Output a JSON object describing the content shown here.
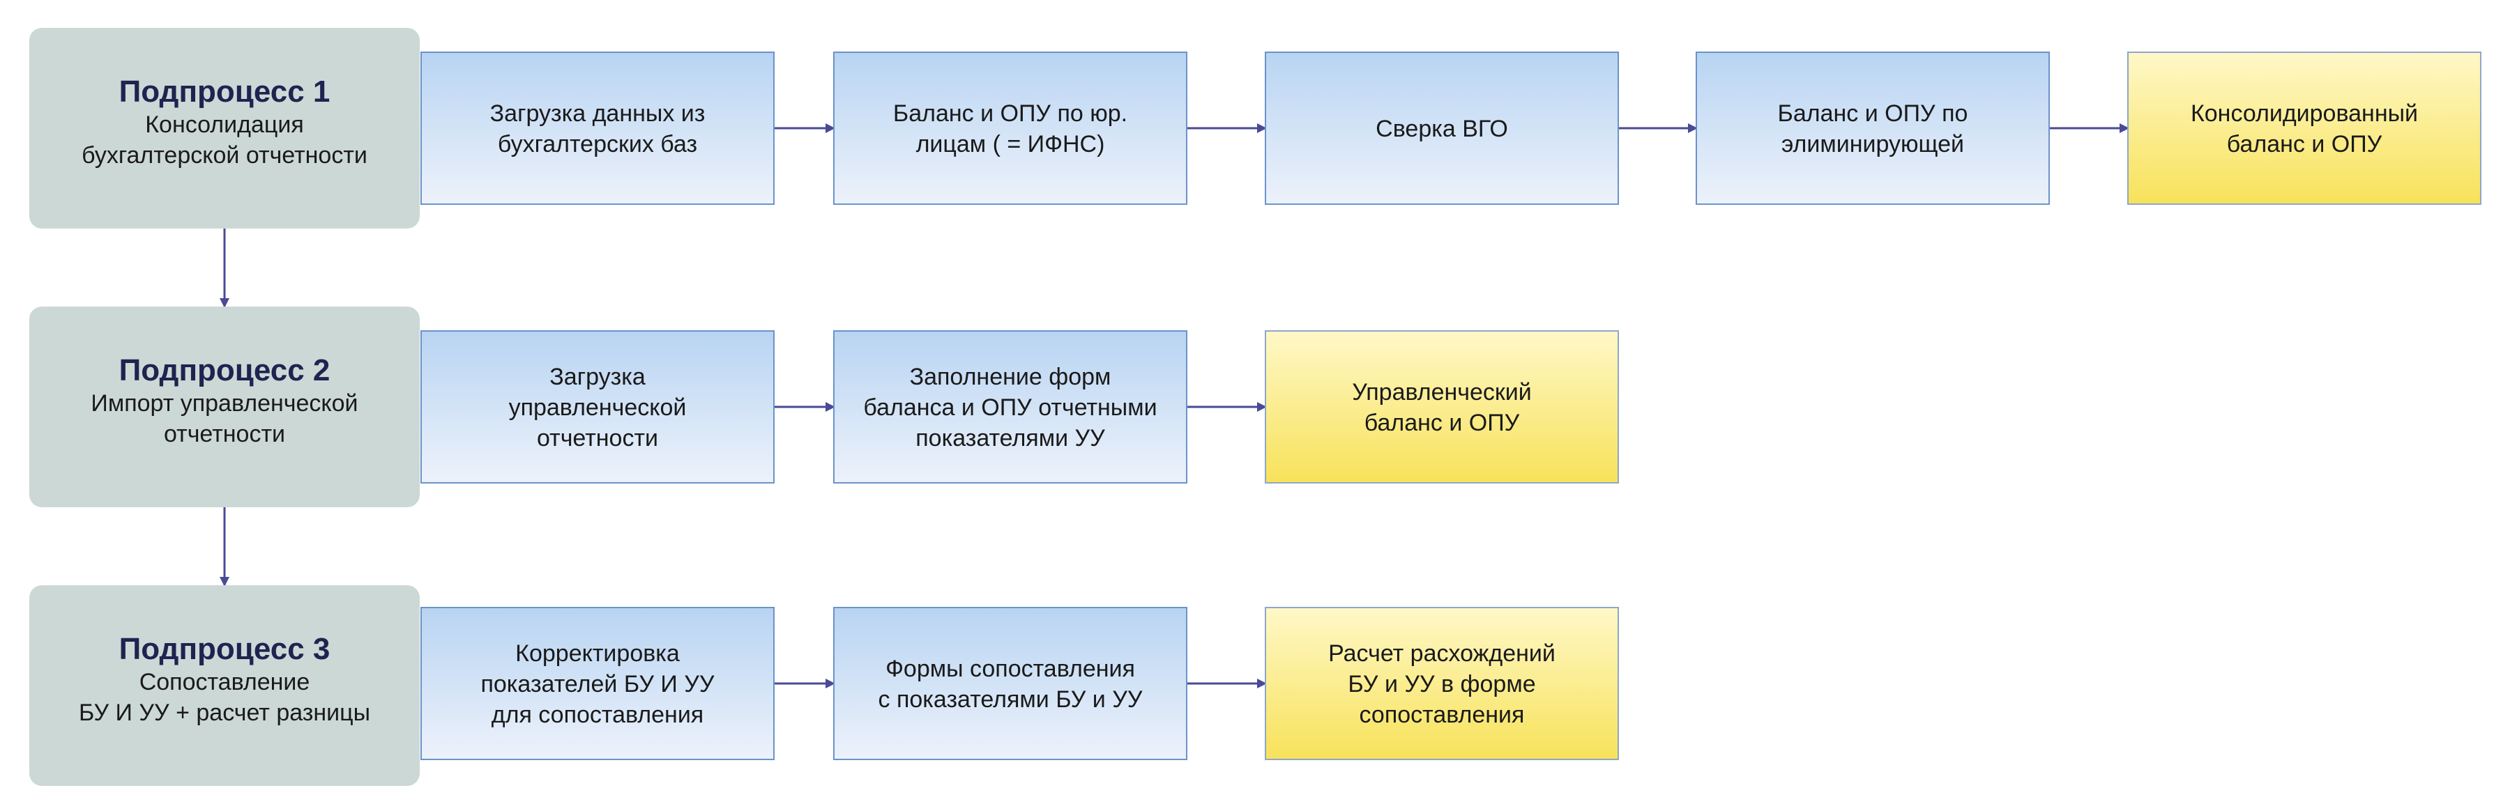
{
  "colors": {
    "subprocess_fill": "#ccd8d6",
    "subprocess_title": "#1f2350",
    "text": "#1a1a1a",
    "step_top": "#b8d4f2",
    "step_bottom": "#edf2fb",
    "step_border": "#6b93c9",
    "result_top": "#fff8c8",
    "result_bottom": "#f7e25a",
    "result_border": "#8fa6c9",
    "arrow": "#4a4a96"
  },
  "rows": [
    {
      "subprocess": {
        "title": "Подпроцесс 1",
        "lines": [
          "Консолидация",
          "бухгалтерской отчетности"
        ]
      },
      "steps": [
        {
          "kind": "step",
          "lines": [
            "Загрузка данных из",
            "бухгалтерских баз"
          ]
        },
        {
          "kind": "step",
          "lines": [
            "Баланс и ОПУ по юр.",
            "лицам ( = ИФНС)"
          ]
        },
        {
          "kind": "step",
          "lines": [
            "Сверка ВГО"
          ]
        },
        {
          "kind": "step",
          "lines": [
            "Баланс и ОПУ по",
            "элиминирующей"
          ]
        },
        {
          "kind": "result",
          "lines": [
            "Консолидированный",
            "баланс и ОПУ"
          ]
        }
      ]
    },
    {
      "subprocess": {
        "title": "Подпроцесс 2",
        "lines": [
          "Импорт управленческой",
          "отчетности"
        ]
      },
      "steps": [
        {
          "kind": "step",
          "lines": [
            "Загрузка",
            "управленческой",
            "отчетности"
          ]
        },
        {
          "kind": "step",
          "lines": [
            "Заполнение форм",
            "баланса и ОПУ отчетными",
            "показателями УУ"
          ]
        },
        {
          "kind": "result",
          "lines": [
            "Управленческий",
            "баланс и ОПУ"
          ]
        }
      ]
    },
    {
      "subprocess": {
        "title": "Подпроцесс 3",
        "lines": [
          "Сопоставление",
          "БУ И УУ + расчет разницы"
        ]
      },
      "steps": [
        {
          "kind": "step",
          "lines": [
            "Корректировка",
            "показателей БУ И УУ",
            "для сопоставления"
          ]
        },
        {
          "kind": "step",
          "lines": [
            "Формы сопоставления",
            "с показателями БУ и УУ"
          ]
        },
        {
          "kind": "result",
          "lines": [
            "Расчет расхождений",
            "БУ и УУ в форме",
            "сопоставления"
          ]
        }
      ]
    }
  ]
}
